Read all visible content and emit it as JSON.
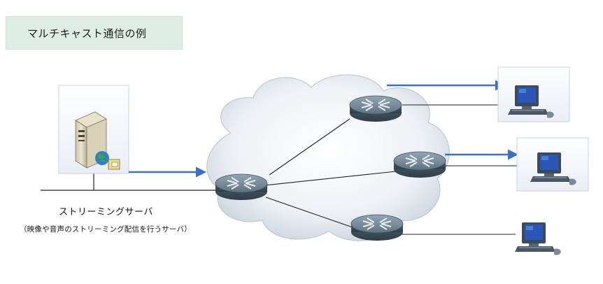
{
  "title": "マルチキャスト通信の例",
  "server": {
    "label": "ストリーミングサーバ",
    "description": "（映像や音声のストリーミング配信を行うサーバ）"
  },
  "colors": {
    "arrow": "#3b6fc9",
    "title_bg": "#dfeee5",
    "cloud": "#e8edf2",
    "router": "#546873",
    "pc_screen": "#2a56b8"
  },
  "icons": [
    "server-icon",
    "router-icon",
    "pc-icon",
    "cloud-icon"
  ]
}
